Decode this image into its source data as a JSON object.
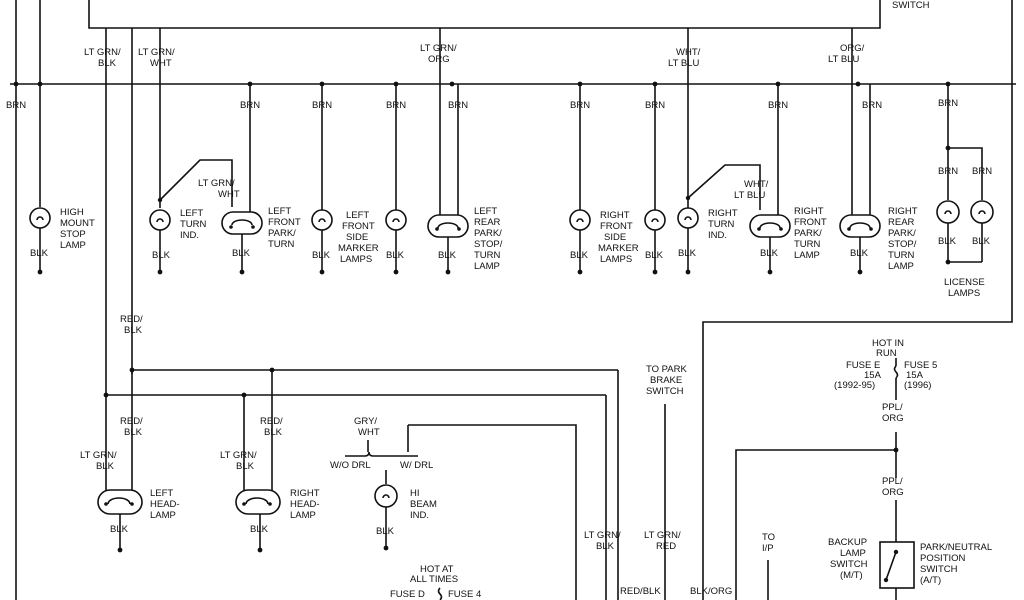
{
  "labels": {
    "switch_top": "SWITCH",
    "w_ltgrn_blk": [
      "LT GRN/",
      "BLK"
    ],
    "w_ltgrn_wht": [
      "LT GRN/",
      "WHT"
    ],
    "w_ltgrn_org": [
      "LT GRN/",
      "ORG"
    ],
    "w_wht_ltblu_top": [
      "WHT/",
      "LT BLU"
    ],
    "w_org_ltblu": [
      "ORG/",
      "LT BLU"
    ],
    "brn": "BRN",
    "blk": "BLK",
    "high_mount": [
      "HIGH",
      "MOUNT",
      "STOP",
      "LAMP"
    ],
    "ltgrn_wht_mid": [
      "LT GRN/",
      "WHT"
    ],
    "left_turn_ind": [
      "LEFT",
      "TURN",
      "IND."
    ],
    "left_front_park": [
      "LEFT",
      "FRONT",
      "PARK/",
      "TURN"
    ],
    "left_front_side": [
      "LEFT",
      "FRONT",
      "SIDE",
      "MARKER",
      "LAMPS"
    ],
    "left_rear": [
      "LEFT",
      "REAR",
      "PARK/",
      "STOP/",
      "TURN",
      "LAMP"
    ],
    "right_front_side": [
      "RIGHT",
      "FRONT",
      "SIDE",
      "MARKER",
      "LAMPS"
    ],
    "wht_ltblu_mid": [
      "WHT/",
      "LT BLU"
    ],
    "right_turn_ind": [
      "RIGHT",
      "TURN",
      "IND."
    ],
    "right_front_park": [
      "RIGHT",
      "FRONT",
      "PARK/",
      "TURN",
      "LAMP"
    ],
    "right_rear": [
      "RIGHT",
      "REAR",
      "PARK/",
      "STOP/",
      "TURN",
      "LAMP"
    ],
    "license": [
      "LICENSE",
      "LAMPS"
    ],
    "red_blk": [
      "RED/",
      "BLK"
    ],
    "left_head": [
      "LEFT",
      "HEAD-",
      "LAMP"
    ],
    "right_head": [
      "RIGHT",
      "HEAD-",
      "LAMP"
    ],
    "gry_wht": [
      "GRY/",
      "WHT"
    ],
    "wo_drl": "W/O DRL",
    "w_drl": "W/ DRL",
    "hi_beam": [
      "HI",
      "BEAM",
      "IND."
    ],
    "to_park_brake": [
      "TO PARK",
      "BRAKE",
      "SWITCH"
    ],
    "ltgrn_red": [
      "LT GRN/",
      "RED"
    ],
    "to_ip": [
      "TO",
      "I/P"
    ],
    "blk_org": "BLK/ORG",
    "red_blk_bottom": "RED/BLK",
    "hot_in_run": [
      "HOT IN",
      "RUN"
    ],
    "fuse_e": [
      "FUSE E",
      "15A",
      "(1992-95)"
    ],
    "fuse_5": [
      "FUSE 5",
      "15A",
      "(1996)"
    ],
    "ppl_org": [
      "PPL/",
      "ORG"
    ],
    "backup_switch": [
      "BACKUP",
      "LAMP",
      "SWITCH",
      "(M/T)"
    ],
    "park_neutral": [
      "PARK/NEUTRAL",
      "POSITION",
      "SWITCH",
      "(A/T)"
    ],
    "hot_all_times": [
      "HOT AT",
      "ALL TIMES"
    ],
    "fuse_d": "FUSE D",
    "fuse_4": "FUSE 4"
  }
}
